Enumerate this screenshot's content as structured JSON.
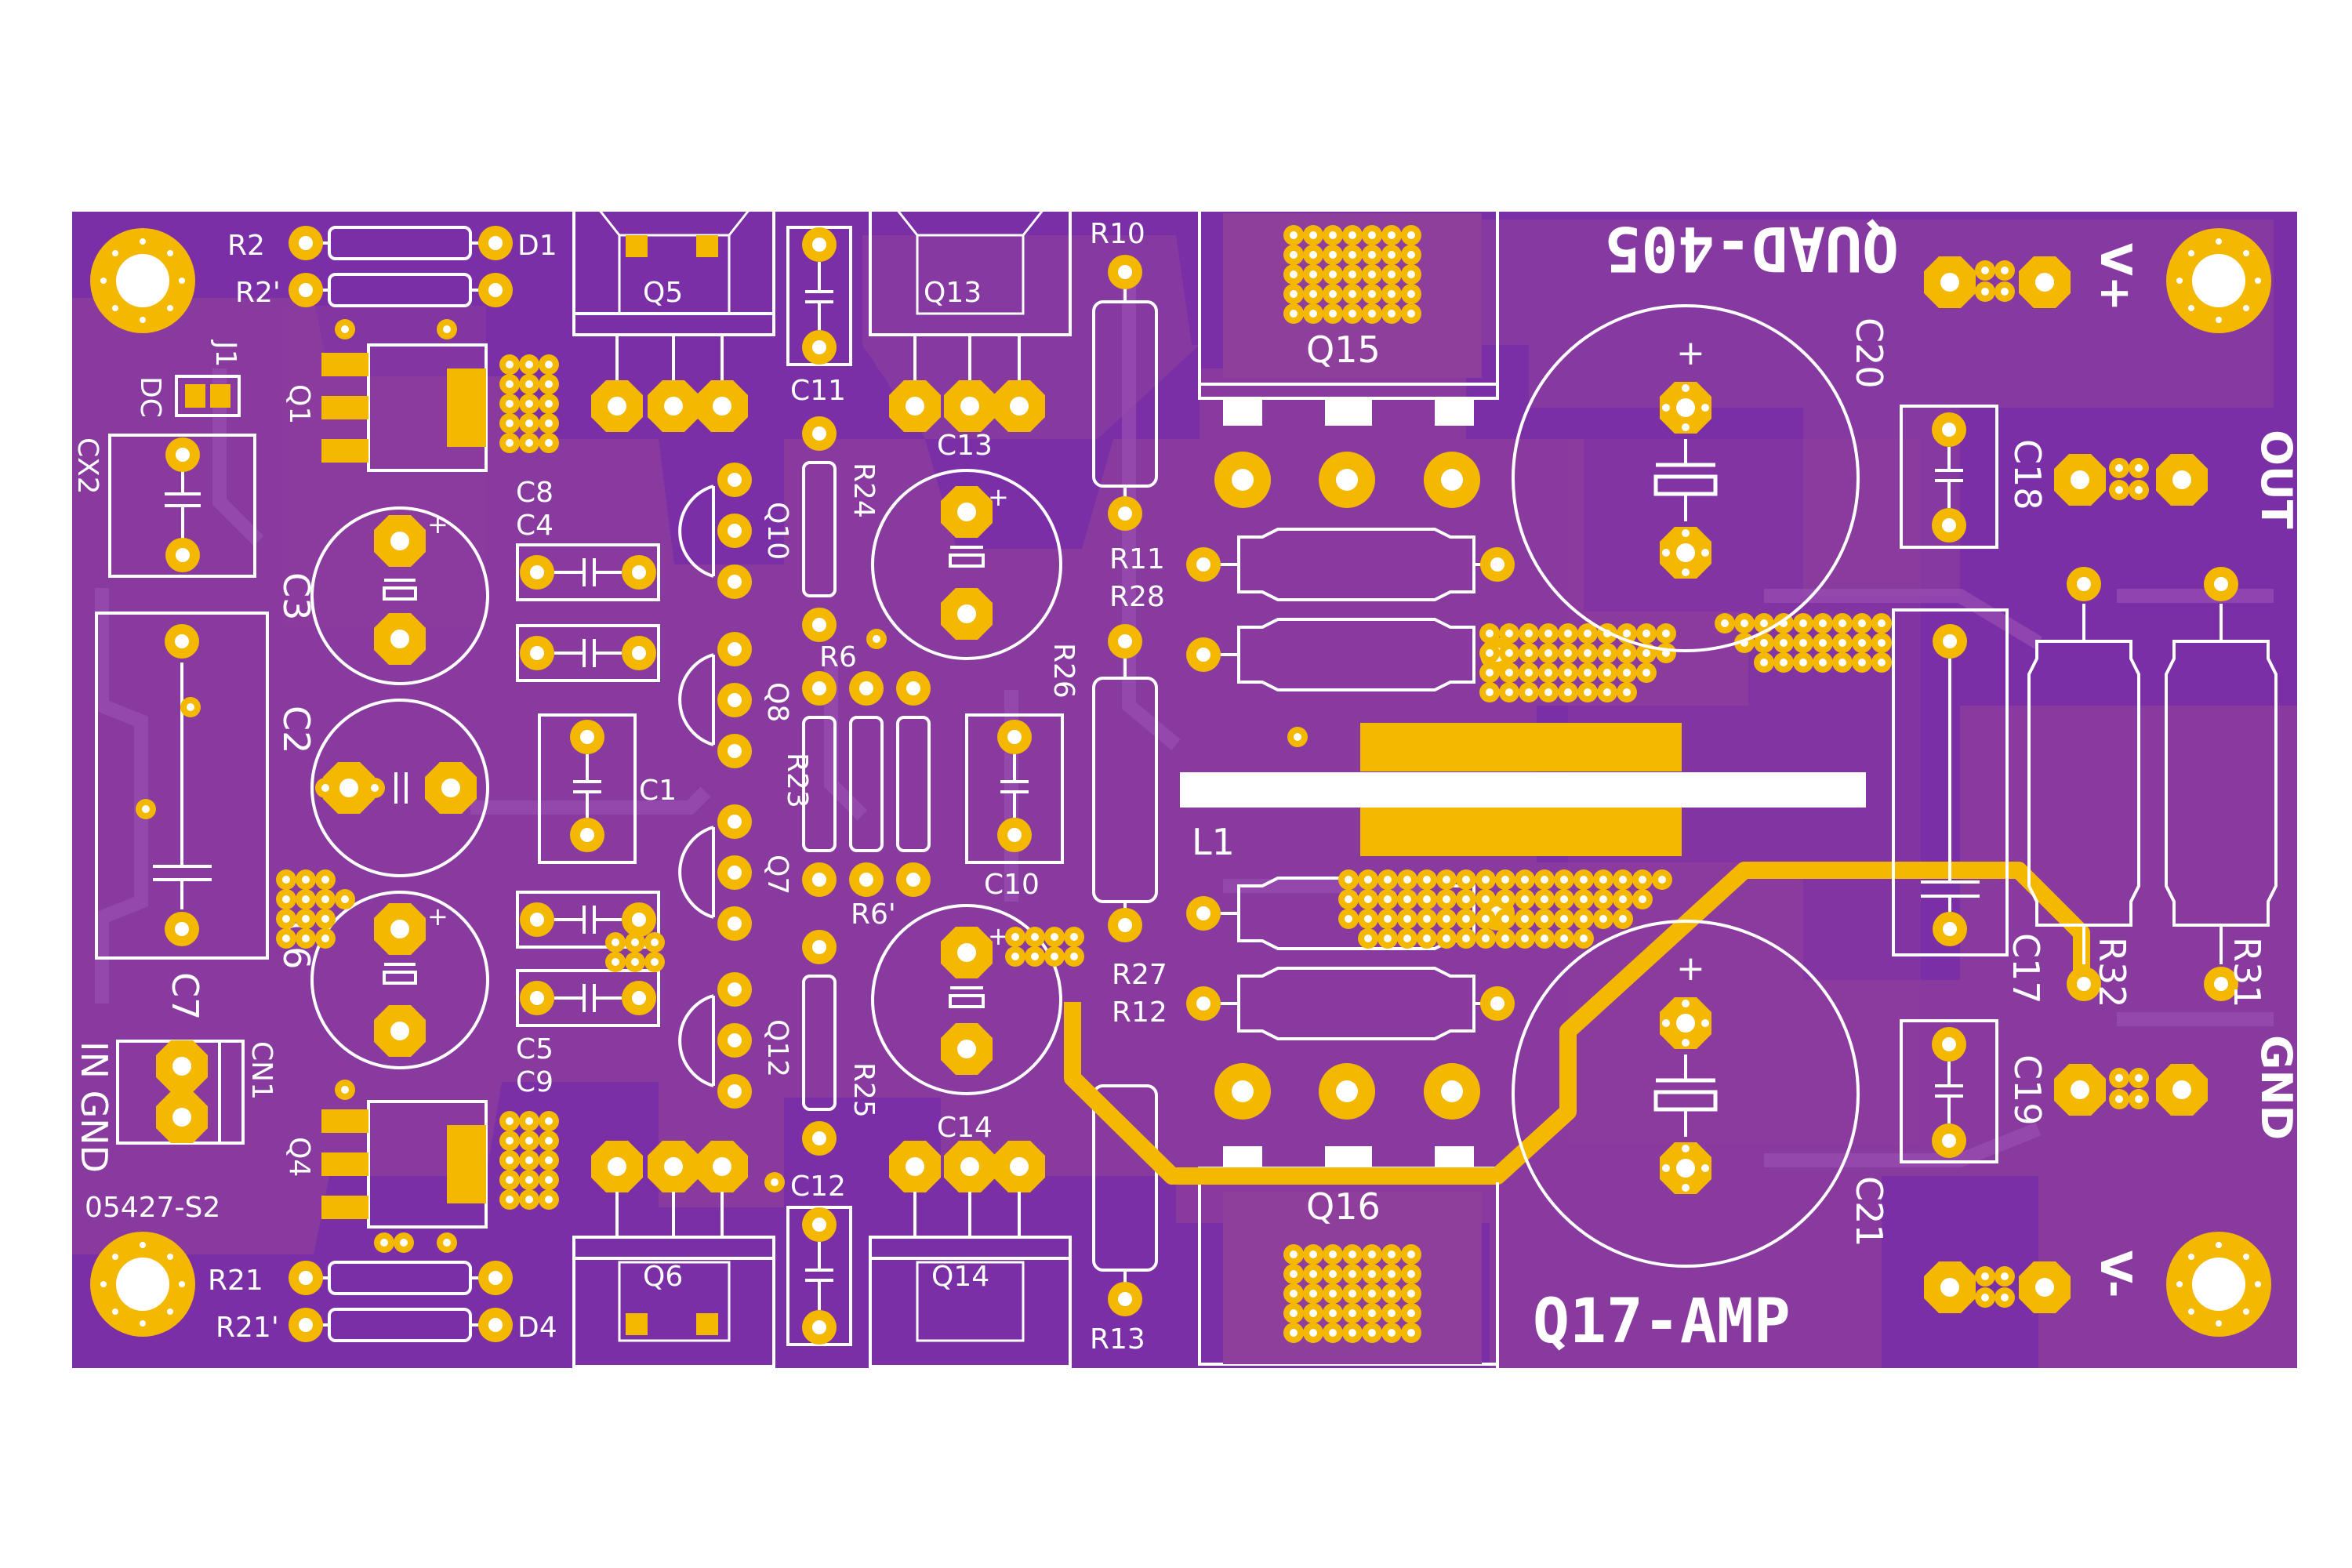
{
  "board": {
    "colors": {
      "background": "#ffffff",
      "board": "#7a2fa6",
      "board_shade": "#8a3aaa",
      "copper_pour": "#8e3f9c",
      "pad": "#f5b800",
      "silk": "#ffffff"
    },
    "title_top": "QUAD-405",
    "title_bottom": "Q17-AMP",
    "board_code": "05427-S2",
    "terminal_labels": {
      "v_plus": "V+",
      "out": "OUT",
      "gnd": "GND",
      "v_minus": "V-",
      "input": "IN GND",
      "dc": "DC"
    },
    "designators": {
      "R2": "R2",
      "R2p": "R2'",
      "D1": "D1",
      "J1": "J1",
      "Q1": "Q1",
      "CX2": "CX2",
      "C3": "C3",
      "C2": "C2",
      "C7": "C7",
      "C6": "C6",
      "C8": "C8",
      "C4": "C4",
      "C1": "C1",
      "C5": "C5",
      "C9": "C9",
      "CN1": "CN1",
      "Q4": "Q4",
      "R21": "R21",
      "R21p": "R21'",
      "D4": "D4",
      "Q5": "Q5",
      "Q6": "Q6",
      "C11": "C11",
      "C12": "C12",
      "Q10": "Q10",
      "Q8": "Q8",
      "Q7": "Q7",
      "Q12": "Q12",
      "R24": "R24",
      "R6": "R6",
      "R6p": "R6'",
      "R23": "R23",
      "R25": "R25",
      "Q13": "Q13",
      "Q14": "Q14",
      "C13": "C13",
      "C14": "C14",
      "C10": "C10",
      "R10": "R10",
      "R11": "R11",
      "R28": "R28",
      "R26": "R26",
      "R27": "R27",
      "R12": "R12",
      "R13": "R13",
      "Q15": "Q15",
      "Q16": "Q16",
      "L1": "L1",
      "C20": "C20",
      "C21": "C21",
      "C18": "C18",
      "C19": "C19",
      "C17": "C17",
      "R32": "R32",
      "R31": "R31"
    }
  }
}
